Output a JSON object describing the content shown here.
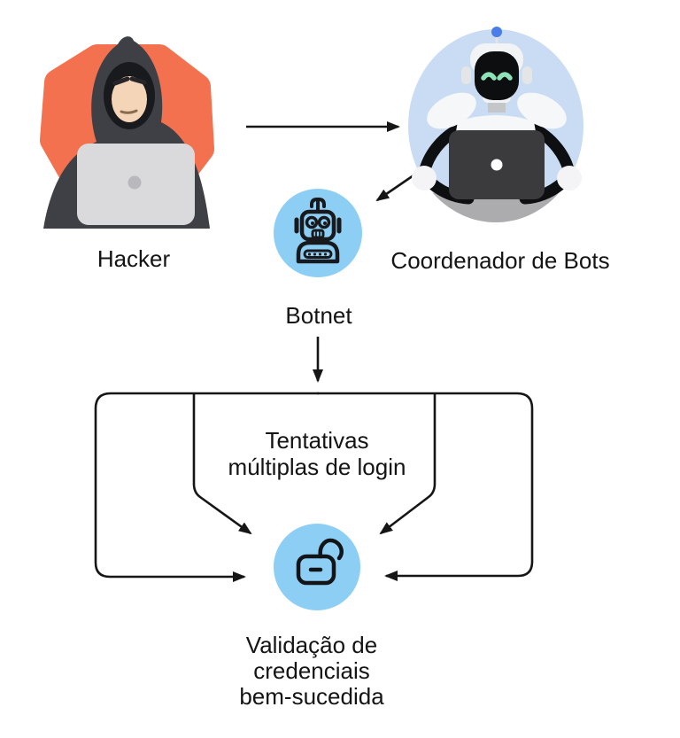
{
  "nodes": {
    "hacker": {
      "label": "Hacker"
    },
    "coordinator": {
      "label": "Coordenador de Bots"
    },
    "botnet": {
      "label": "Botnet"
    },
    "attempts": {
      "lines": [
        "Tentativas",
        "múltiplas de login"
      ]
    },
    "validation": {
      "lines": [
        "Validação de",
        "credenciais",
        "bem-sucedida"
      ]
    }
  },
  "icons": {
    "hacker": "hooded-hacker-at-laptop-illustration",
    "coordinator": "robot-at-laptop-illustration",
    "botnet": "robot-head-line-icon",
    "validation": "open-padlock-icon"
  },
  "colors": {
    "icon_circle_blue": "#8DCFF4",
    "coordinator_circle_blue": "#C9DCF4",
    "hacker_blob_orange": "#F3714F",
    "line_black": "#161616",
    "robot_eyes_mint": "#8BE3B7",
    "antenna_blue": "#4A7DE8"
  }
}
